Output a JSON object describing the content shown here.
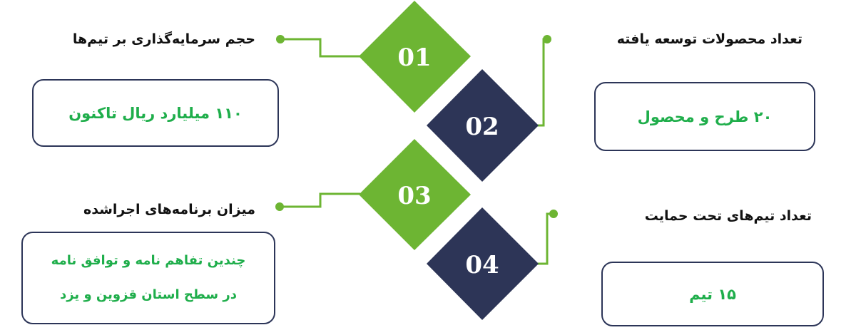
{
  "colors": {
    "green": "#6db533",
    "navy": "#2d3557",
    "value_text": "#1fae4b"
  },
  "items": [
    {
      "number": "01",
      "title": "حجم سرمایه‌گذاری بر تیم‌ها",
      "value": [
        "۱۱۰ میلیارد ریال تاکنون"
      ]
    },
    {
      "number": "02",
      "title": "تعداد محصولات توسعه یافته",
      "value": [
        "۲۰ طرح و محصول"
      ]
    },
    {
      "number": "03",
      "title": "میزان برنامه‌های اجراشده",
      "value": [
        "چندین تفاهم نامه و توافق نامه",
        "در سطح استان قزوین و یزد"
      ]
    },
    {
      "number": "04",
      "title": "تعداد تیم‌های تحت حمایت",
      "value": [
        "۱۵ تیم"
      ]
    }
  ]
}
